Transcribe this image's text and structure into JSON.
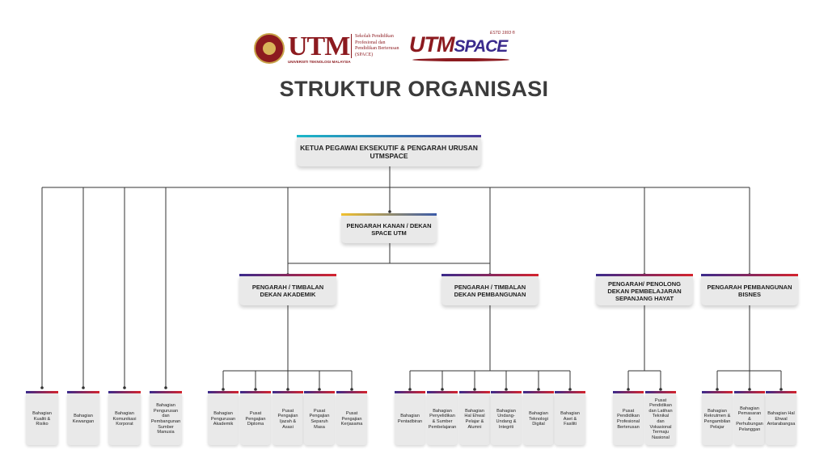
{
  "header": {
    "utm_logo_text": "UTM",
    "utm_logo_subtext": "UNIVERSITI TEKNOLOGI MALAYSIA",
    "school_name": "Sekolah Pendidikan Profesional dan Pendidikan Berterusan (SPACE)",
    "space_logo_text_a": "UTM",
    "space_logo_text_b": "SPACE",
    "space_logo_est": "ESTD 1993 ®"
  },
  "title": "STRUKTUR ORGANISASI",
  "colors": {
    "gradient_red_purple": [
      "#3a2a8c",
      "#d4232d"
    ],
    "gradient_teal_purple": [
      "#1ab8c9",
      "#4a3a9a"
    ],
    "gradient_yellow_blue": [
      "#f2c12e",
      "#3a5aa8"
    ],
    "box_fill": "#e9e9e9",
    "line": "#333333",
    "brand": "#8c1a1f"
  },
  "org": {
    "top": "KETUA PEGAWAI EKSEKUTIF & PENGARAH URUSAN UTMSPACE",
    "director": "PENGARAH KANAN / DEKAN SPACE UTM",
    "divisions_direct": [
      "Bahagian Kualiti & Risiko",
      "Bahagian Kewangan",
      "Bahagian Komunikasi Korporat",
      "Bahagian Pengurusan dan Pembangunan Sumber Manusia"
    ],
    "deputies": [
      {
        "title": "PENGARAH / TIMBALAN DEKAN AKADEMIK",
        "units": [
          "Bahagian Pengurusan Akademik",
          "Pusat Pengajian Diploma",
          "Pusat Pengajian Ijazah & Asasi",
          "Pusat Pengajian Separuh Masa",
          "Pusat Pengajian Kerjasama"
        ]
      },
      {
        "title": "PENGARAH / TIMBALAN DEKAN PEMBANGUNAN",
        "units": [
          "Bahagian Pentadbiran",
          "Bahagian Penyelidikan & Sumber Pembelajaran",
          "Bahagian Hal Ehwal Pelajar & Alumni",
          "Bahagian Undang-Undang & Integriti",
          "Bahagian Teknologi Digital",
          "Bahagian Aset & Fasiliti"
        ]
      },
      {
        "title": "PENGARAH/ PENOLONG DEKAN PEMBELAJARAN SEPANJANG HAYAT",
        "units": [
          "Pusat Pendidikan Profesional Berterusan",
          "Pusat Pendidikan dan Latihan Teknikal dan Vokasional Termaju Nasional"
        ]
      },
      {
        "title": "PENGARAH PEMBANGUNAN BISNES",
        "units": [
          "Bahagian Rekrutmen & Pengambilan Pelajar",
          "Bahagian Pemasaran & Perhubungan Pelanggan",
          "Bahagian Hal Ehwal Antarabangsa"
        ]
      }
    ]
  }
}
